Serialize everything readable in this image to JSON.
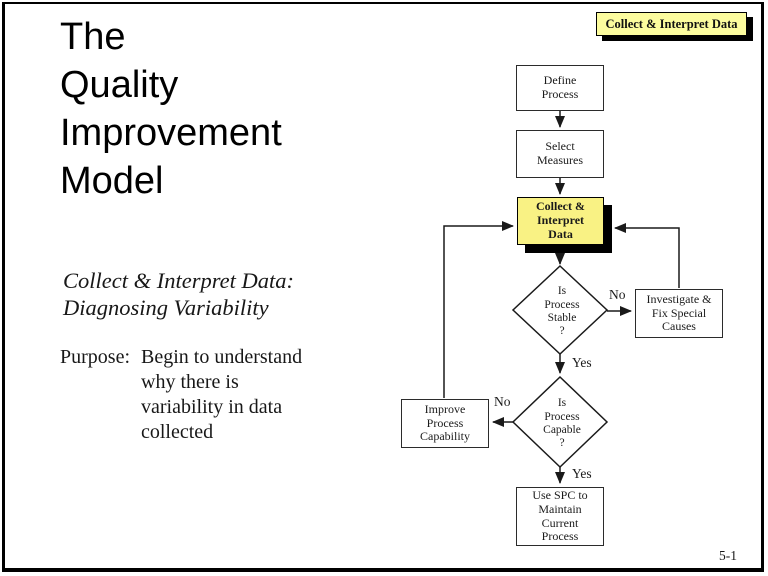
{
  "slide": {
    "title": "The\nQuality\nImprovement\nModel",
    "subtitle": "Collect & Interpret Data:\nDiagnosing Variability",
    "purpose_label": "Purpose:",
    "purpose_text": "Begin to understand\nwhy there is\nvariability in data\ncollected",
    "page_number": "5-1"
  },
  "badge": {
    "label": "Collect & Interpret Data"
  },
  "flowchart": {
    "nodes": {
      "define": "Define\nProcess",
      "select": "Select\nMeasures",
      "collect": "Collect &\nInterpret\nData",
      "stable": "Is\nProcess\nStable\n?",
      "investigate": "Investigate &\nFix Special\nCauses",
      "capable": "Is\nProcess\nCapable\n?",
      "improve": "Improve\nProcess\nCapability",
      "spc": "Use SPC to\nMaintain\nCurrent\nProcess"
    },
    "labels": {
      "stable_no": "No",
      "stable_yes": "Yes",
      "capable_no": "No",
      "capable_yes": "Yes"
    },
    "colors": {
      "node_yellow": "#f9f284",
      "badge_yellow": "#fcfc9e",
      "shadow": "#000000",
      "line": "#1a1a1a"
    }
  }
}
